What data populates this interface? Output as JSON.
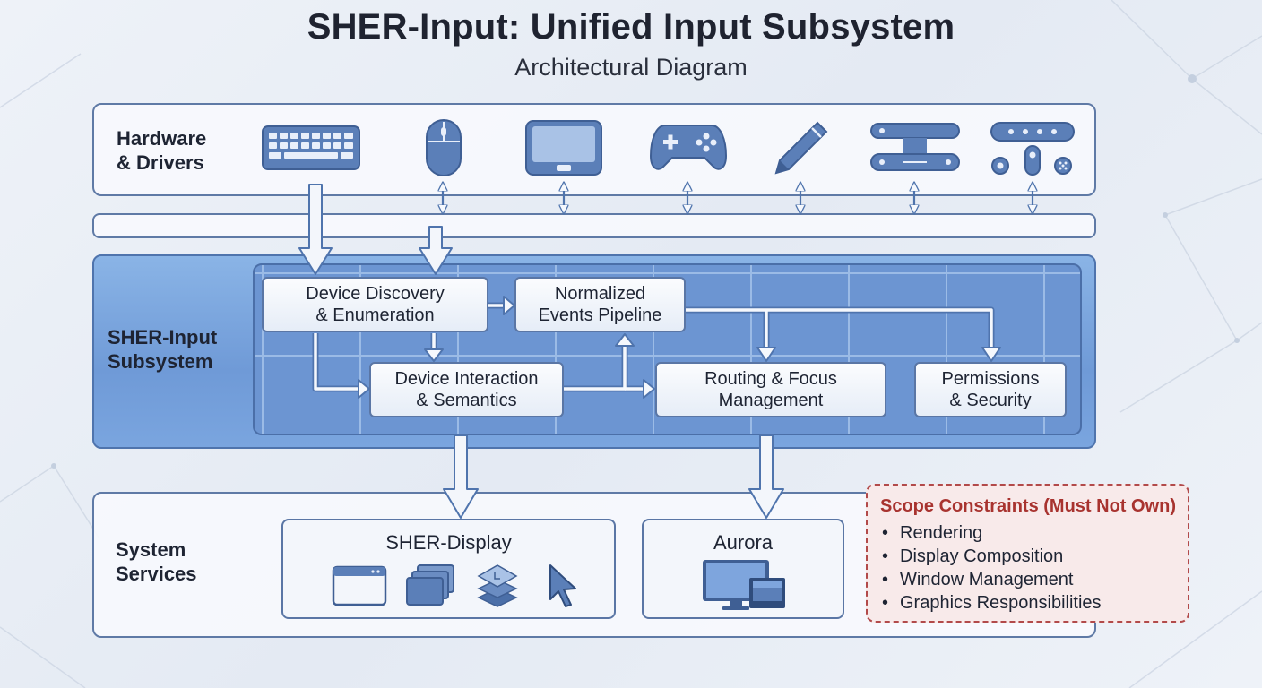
{
  "title": "SHER-Input: Unified Input Subsystem",
  "subtitle": "Architectural Diagram",
  "layers": {
    "hardware": {
      "label_line1": "Hardware",
      "label_line2": "& Drivers"
    },
    "sher_input": {
      "label_line1": "SHER-Input",
      "label_line2": "Subsystem"
    },
    "services": {
      "label_line1": "System",
      "label_line2": "Services"
    }
  },
  "devices": [
    "keyboard-icon",
    "mouse-icon",
    "tablet-icon",
    "gamepad-icon",
    "pen-icon",
    "sensor-bar-icon",
    "control-panel-icon"
  ],
  "nodes": {
    "discovery": {
      "line1": "Device Discovery",
      "line2": "& Enumeration"
    },
    "pipeline": {
      "line1": "Normalized",
      "line2": "Events Pipeline"
    },
    "interaction": {
      "line1": "Device Interaction",
      "line2": "& Semantics"
    },
    "routing": {
      "line1": "Routing & Focus",
      "line2": "Management"
    },
    "permissions": {
      "line1": "Permissions",
      "line2": "& Security"
    }
  },
  "services": {
    "display": {
      "title": "SHER-Display",
      "icons": [
        "window-icon",
        "stacked-windows-icon",
        "layers-icon",
        "cursor-icon"
      ]
    },
    "aurora": {
      "title": "Aurora",
      "icons": [
        "monitor-icon"
      ]
    }
  },
  "scope": {
    "title": "Scope Constraints (Must Not Own)",
    "items": [
      "Rendering",
      "Display Composition",
      "Window Management",
      "Graphics Responsibilities"
    ]
  },
  "colors": {
    "accent": "#4f74ad",
    "icon_fill": "#5b7fb8",
    "scope_red": "#a8332f"
  }
}
